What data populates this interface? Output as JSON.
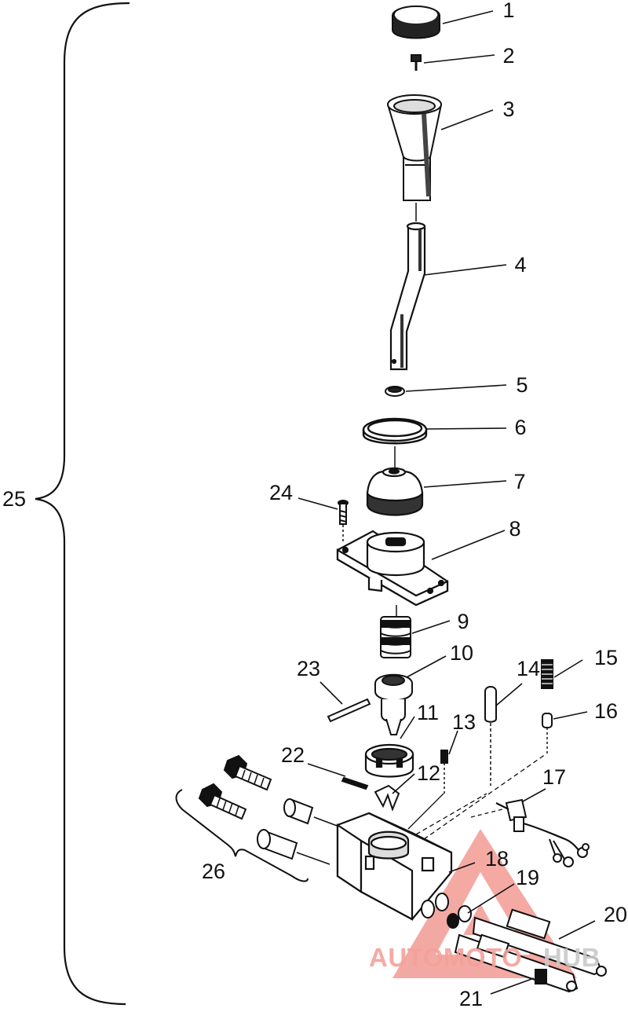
{
  "diagram": {
    "callouts": [
      "1",
      "2",
      "3",
      "4",
      "5",
      "6",
      "7",
      "8",
      "9",
      "10",
      "11",
      "12",
      "13",
      "14",
      "15",
      "16",
      "17",
      "18",
      "19",
      "20",
      "21",
      "22",
      "23",
      "24",
      "25",
      "26"
    ]
  },
  "watermark": {
    "part1": "AUTOMOTO",
    "part2": "HUB",
    "color_primary": "#f4a19a",
    "color_secondary": "#c9c9c9"
  },
  "colors": {
    "ink": "#111111",
    "paper": "#ffffff",
    "watermark_red": "#f29b93"
  }
}
